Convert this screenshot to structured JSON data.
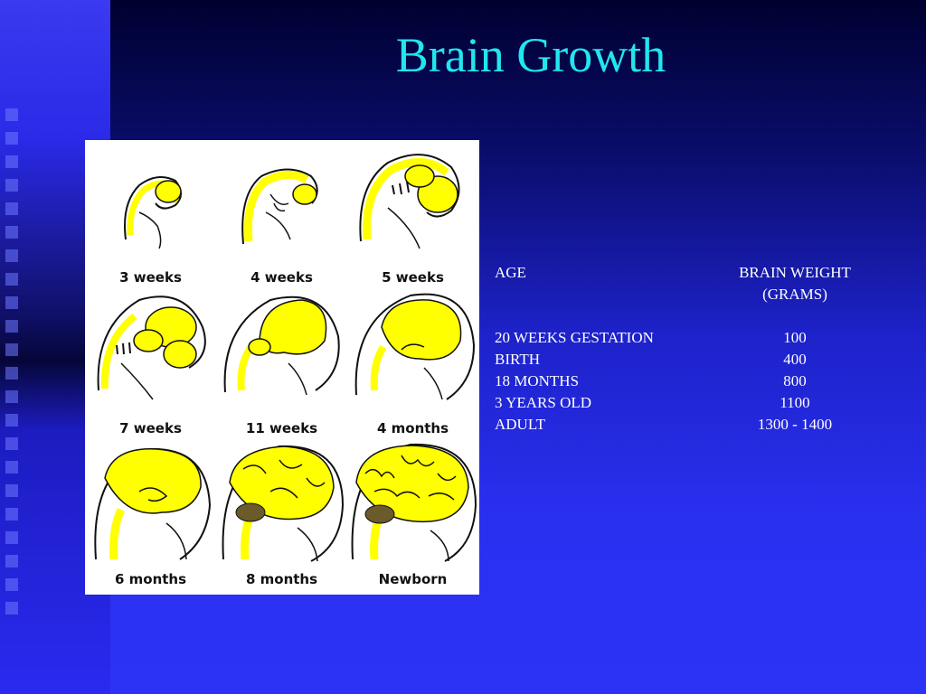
{
  "slide": {
    "title": "Brain Growth"
  },
  "figure": {
    "stages": [
      {
        "label": "3 weeks"
      },
      {
        "label": "4 weeks"
      },
      {
        "label": "5 weeks"
      },
      {
        "label": "7 weeks"
      },
      {
        "label": "11 weeks"
      },
      {
        "label": "4 months"
      },
      {
        "label": "6 months"
      },
      {
        "label": "8 months"
      },
      {
        "label": "Newborn"
      }
    ]
  },
  "table": {
    "age_header": "AGE",
    "weight_header": "BRAIN WEIGHT",
    "weight_unit": "(GRAMS)",
    "rows": [
      {
        "age": "20 WEEKS GESTATION",
        "weight": "100"
      },
      {
        "age": "BIRTH",
        "weight": "400"
      },
      {
        "age": "18 MONTHS",
        "weight": "800"
      },
      {
        "age": "3 YEARS OLD",
        "weight": "1100"
      },
      {
        "age": "ADULT",
        "weight": "1300 - 1400"
      }
    ]
  },
  "colors": {
    "title": "#22e6ee",
    "brain": "#ffff00",
    "background": "#2a30f0"
  }
}
